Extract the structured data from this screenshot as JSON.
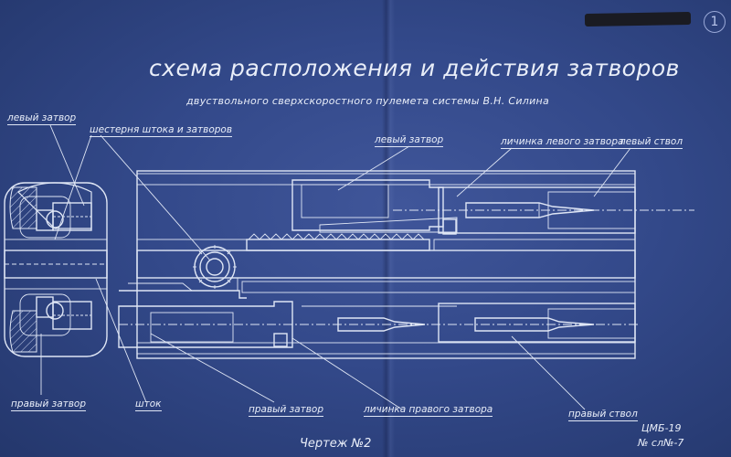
{
  "sheet": {
    "title": "схема расположения и действия затворов",
    "subtitle": "двуствольного сверхскоростного пулемета системы В.Н. Силина",
    "drawing_number": "Чертеж №2",
    "archive_code": "ЦМБ-19",
    "archive_ref": "№ сл№-7",
    "number": "1"
  },
  "labels": {
    "left_bolt_section": "левый затвор",
    "rod_gear": "шестерня штока и затворов",
    "left_bolt": "левый затвор",
    "left_bolt_latch": "личинка левого затвора",
    "left_barrel": "левый ствол",
    "right_bolt_section": "правый затвор",
    "rod": "шток",
    "right_bolt": "правый затвор",
    "right_bolt_latch": "личинка правого затвора",
    "right_barrel": "правый ствол"
  },
  "colors": {
    "paper": "#33498a",
    "lines": "#dfe6f5"
  }
}
